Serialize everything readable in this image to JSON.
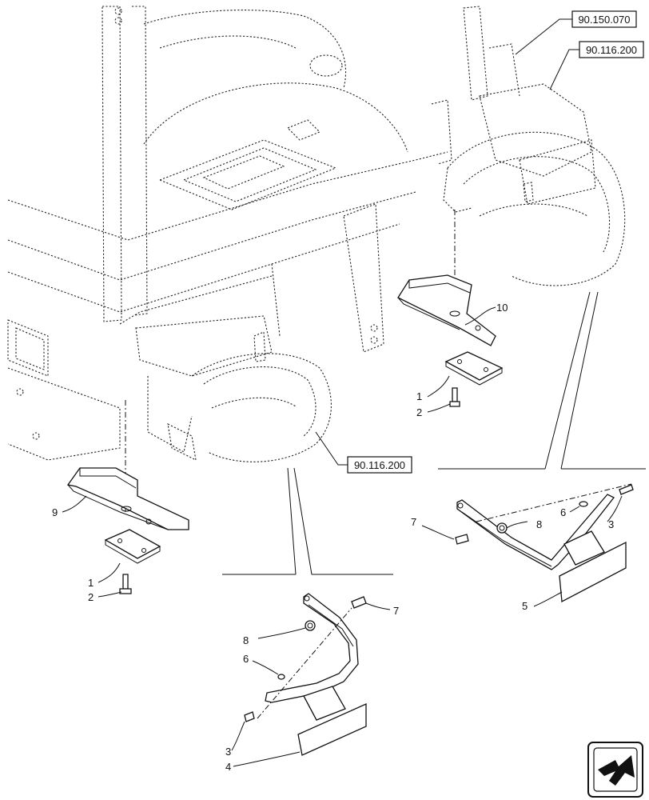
{
  "references": {
    "ref1": "90.150.070",
    "ref2": "90.116.200",
    "ref3": "90.116.200"
  },
  "callouts": {
    "c10": "10",
    "c1a": "1",
    "c2a": "2",
    "c9": "9",
    "c1b": "1",
    "c2b": "2",
    "c6a": "6",
    "c3a": "3",
    "c7a": "7",
    "c8a": "8",
    "c5": "5",
    "c7b": "7",
    "c8b": "8",
    "c6b": "6",
    "c3b": "3",
    "c4": "4"
  },
  "icons": {
    "nav": "next-page-arrow-icon"
  },
  "colors": {
    "line": "#111111",
    "background": "#ffffff"
  }
}
